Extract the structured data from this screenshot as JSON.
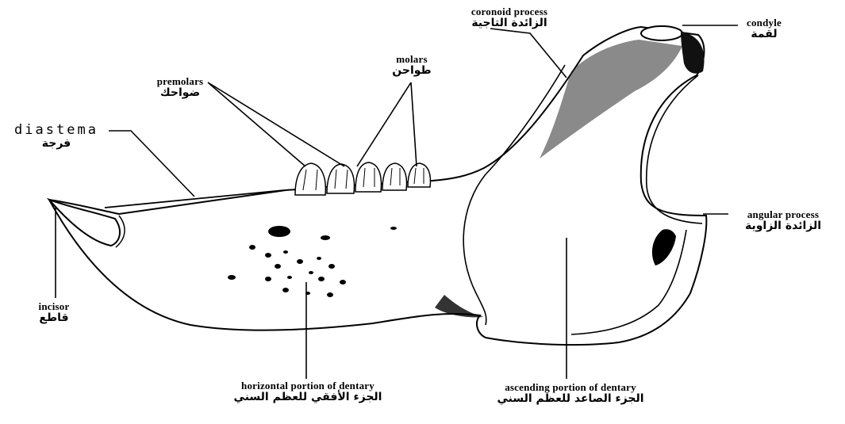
{
  "labels": {
    "coronoid": {
      "en": "coronoid process",
      "ar": "الزائدة التاجية"
    },
    "condyle": {
      "en": "condyle",
      "ar": "لقمة"
    },
    "molars": {
      "en": "molars",
      "ar": "طواحن"
    },
    "premolars": {
      "en": "premolars",
      "ar": "ضواحك"
    },
    "diastema": {
      "en": "diastema",
      "ar": "فرجة"
    },
    "angular": {
      "en": "angular process",
      "ar": "الزائدة الزاوية"
    },
    "incisor": {
      "en": "incisor",
      "ar": "قاطع"
    },
    "horizontal": {
      "en": "horizontal portion of dentary",
      "ar": "الجزء الأفقي للعظم السني"
    },
    "ascending": {
      "en": "ascending portion of dentary",
      "ar": "الجزء الصاعد للعظم السني"
    }
  }
}
